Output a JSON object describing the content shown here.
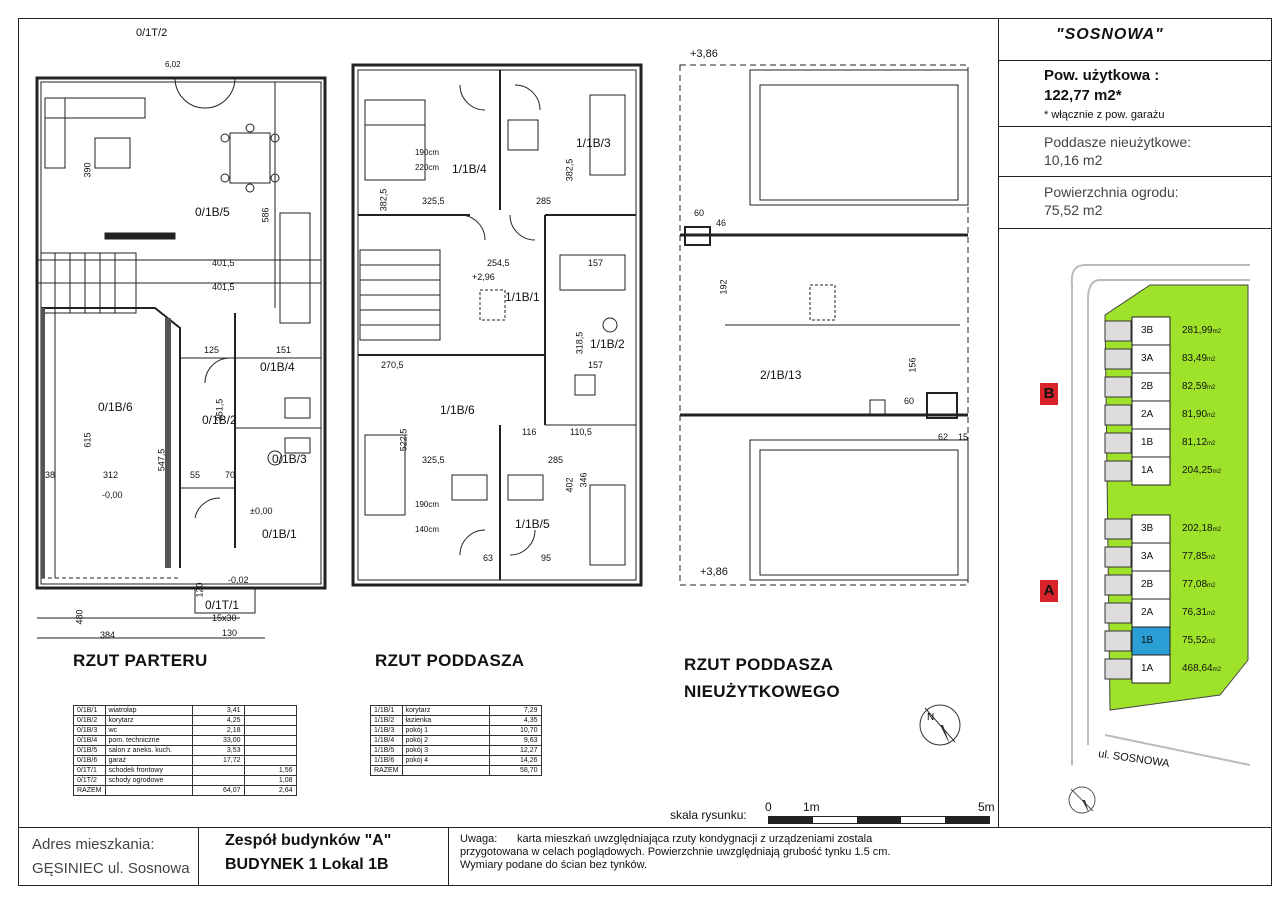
{
  "project_name": "\"SOSNOWA\"",
  "area": {
    "usable_label": "Pow. użytkowa  :",
    "usable_value": "122,77  m2*",
    "usable_note": "* włącznie z pow. garażu",
    "attic_label": "Poddasze nieużytkowe:",
    "attic_value": "10,16  m2",
    "garden_label": "Powierzchnia ogrodu:",
    "garden_value": "75,52  m2"
  },
  "plans": {
    "ground": {
      "title": "RZUT PARTERU",
      "labels": {
        "living": "0/1B/5",
        "garage": "0/1B/6",
        "hall": "0/1B/2",
        "storage": "0/1B/4",
        "wc": "0/1B/3",
        "vestibule": "0/1B/1",
        "terrace": "0/1T/1",
        "terrace_top": "0/1T/2",
        "level_minus": "-0,00",
        "level_zero": "±0,00",
        "level_step": "-0,02",
        "size_step": "15x30"
      },
      "dims": {
        "d401a": "401,5",
        "d401b": "401,5",
        "d586": "586",
        "d615": "615",
        "d547": "547,5",
        "d351": "351,5",
        "d312": "312",
        "d38": "38",
        "d384": "384",
        "d130": "130",
        "d480": "480",
        "d125": "125",
        "d151": "151",
        "d70": "70",
        "d55": "55",
        "d120": "120",
        "d390": "390",
        "d602": "6,02"
      },
      "table": [
        [
          "0/1B/1",
          "wiatrołap",
          "3,41",
          ""
        ],
        [
          "0/1B/2",
          "korytarz",
          "4,25",
          ""
        ],
        [
          "0/1B/3",
          "wc",
          "2,18",
          ""
        ],
        [
          "0/1B/4",
          "pom. techniczne",
          "33,00",
          ""
        ],
        [
          "0/1B/5",
          "salon z aneks. kuch.",
          "3,53",
          ""
        ],
        [
          "0/1B/6",
          "garaż",
          "17,72",
          ""
        ],
        [
          "0/1T/1",
          "schodek frontowy",
          "",
          "1,56"
        ],
        [
          "0/1T/2",
          "schody ogrodowe",
          "",
          "1,08"
        ],
        [
          "RAZEM",
          "",
          "64,07",
          "2,64"
        ]
      ]
    },
    "attic": {
      "title": "RZUT PODDASZA",
      "labels": {
        "r4": "1/1B/4",
        "r3": "1/1B/3",
        "r1": "1/1B/1",
        "r2": "1/1B/2",
        "r6": "1/1B/6",
        "r5": "1/1B/5",
        "level": "+2,96",
        "bed1": "220cm",
        "bed2": "190cm",
        "bed3": "190cm",
        "bed4": "140cm"
      },
      "dims": {
        "d325a": "325,5",
        "d285a": "285",
        "d382a": "382,5",
        "d382b": "382,5",
        "d254": "254,5",
        "d116": "116",
        "d110": "110,5",
        "d522": "522,5",
        "d325b": "325,5",
        "d285b": "285",
        "d402": "402",
        "d346": "346",
        "d270": "270,5",
        "d318": "318,5",
        "d63": "63",
        "d95": "95",
        "d157a": "157",
        "d157b": "157"
      },
      "table": [
        [
          "1/1B/1",
          "korytarz",
          "7,29"
        ],
        [
          "1/1B/2",
          "łazienka",
          "4,35"
        ],
        [
          "1/1B/3",
          "pokój 1",
          "10,70"
        ],
        [
          "1/1B/4",
          "pokój 2",
          "9,63"
        ],
        [
          "1/1B/5",
          "pokój 3",
          "12,27"
        ],
        [
          "1/1B/6",
          "pokój 4",
          "14,26"
        ],
        [
          "RAZEM",
          "",
          "58,70"
        ]
      ]
    },
    "unused_attic": {
      "title_line1": "RZUT PODDASZA",
      "title_line2": "NIEUŻYTKOWEGO",
      "labels": {
        "room": "2/1B/13",
        "level_top": "+3,86",
        "level_bottom": "+3,86"
      },
      "dims": {
        "d192": "192",
        "d156": "156",
        "d60a": "60",
        "d46": "46",
        "d60b": "60",
        "d62": "62",
        "d15": "15"
      }
    }
  },
  "site": {
    "group_b": "B",
    "group_a": "A",
    "street": "ul. SOSNOWA",
    "units_b": [
      {
        "id": "3B",
        "area": "281,99"
      },
      {
        "id": "3A",
        "area": "83,49"
      },
      {
        "id": "2B",
        "area": "82,59"
      },
      {
        "id": "2A",
        "area": "81,90"
      },
      {
        "id": "1B",
        "area": "81,12"
      },
      {
        "id": "1A",
        "area": "204,25"
      }
    ],
    "units_a": [
      {
        "id": "3B",
        "area": "202,18"
      },
      {
        "id": "3A",
        "area": "77,85"
      },
      {
        "id": "2B",
        "area": "77,08"
      },
      {
        "id": "2A",
        "area": "76,31"
      },
      {
        "id": "1B",
        "area": "75,52"
      },
      {
        "id": "1A",
        "area": "468,64"
      }
    ],
    "area_unit": "m2",
    "highlight_color": "#2a9fd6",
    "garden_color": "#9fe22a"
  },
  "scale": {
    "label": "skala rysunku:",
    "t0": "0",
    "t1": "1m",
    "t5": "5m"
  },
  "footer": {
    "address_label": "Adres mieszkania:",
    "address_value": "GĘSINIEC  ul. Sosnowa",
    "complex": "Zespół budynków \"A\"",
    "building": "BUDYNEK 1   Lokal 1B",
    "note_label": "Uwaga:",
    "note_line1": "karta mieszkań uwzględniająca rzuty kondygnacji z urządzeniami zostala",
    "note_line2": "przygotowana w celach poglądowych. Powierzchnie uwzględniają grubość tynku 1.5 cm.",
    "note_line3": "Wymiary podane do ścian bez tynków."
  }
}
